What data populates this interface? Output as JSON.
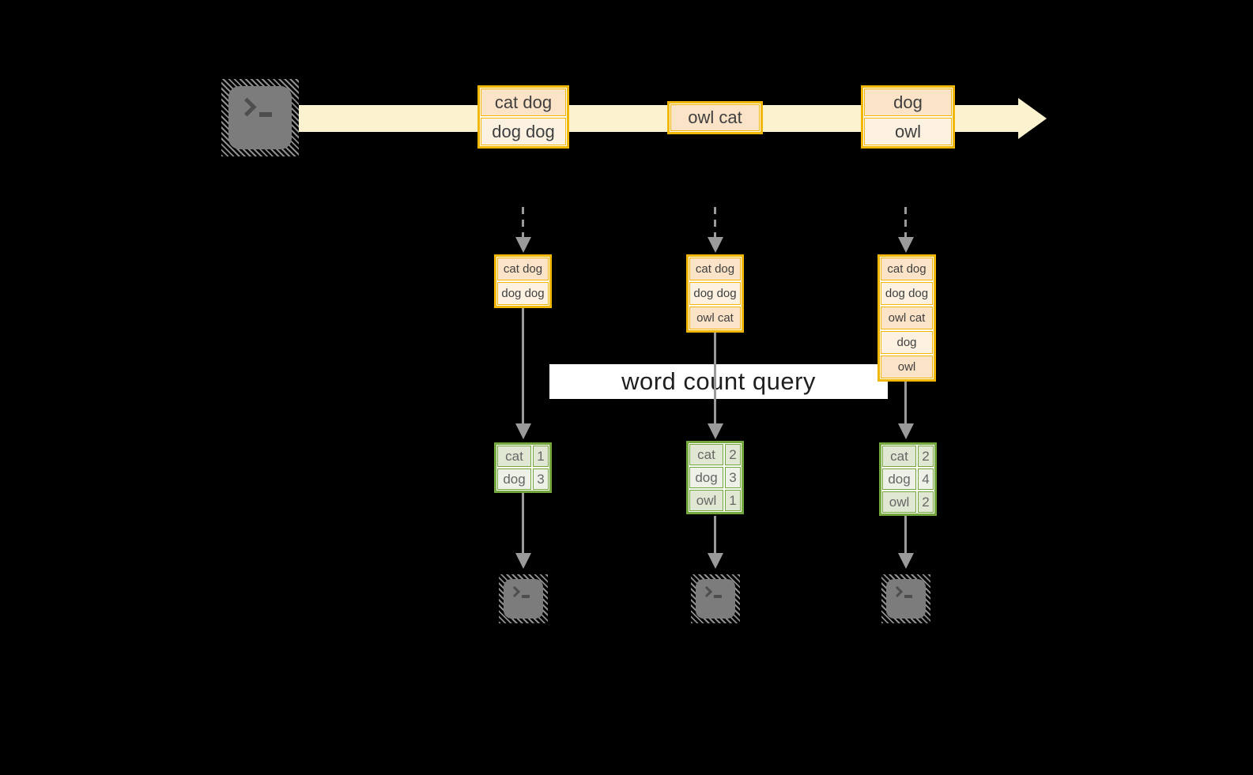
{
  "stream": {
    "source_icon": "terminal-icon",
    "events": [
      {
        "cells": [
          "cat dog",
          "dog dog"
        ]
      },
      {
        "cells": [
          "owl cat"
        ]
      },
      {
        "cells": [
          "dog",
          "owl"
        ]
      }
    ]
  },
  "query": {
    "label": "word count query"
  },
  "columns": [
    {
      "buffer": [
        "cat dog",
        "dog dog"
      ],
      "counts": [
        {
          "word": "cat",
          "value": "1"
        },
        {
          "word": "dog",
          "value": "3"
        }
      ],
      "sink_icon": "terminal-icon"
    },
    {
      "buffer": [
        "cat dog",
        "dog dog",
        "owl cat"
      ],
      "counts": [
        {
          "word": "cat",
          "value": "2"
        },
        {
          "word": "dog",
          "value": "3"
        },
        {
          "word": "owl",
          "value": "1"
        }
      ],
      "sink_icon": "terminal-icon"
    },
    {
      "buffer": [
        "cat dog",
        "dog dog",
        "owl cat",
        "dog",
        "owl"
      ],
      "counts": [
        {
          "word": "cat",
          "value": "2"
        },
        {
          "word": "dog",
          "value": "4"
        },
        {
          "word": "owl",
          "value": "2"
        }
      ],
      "sink_icon": "terminal-icon"
    }
  ],
  "icons": {
    "source": "terminal-icon",
    "sink": "terminal-icon",
    "stream_direction": "arrow-right-icon",
    "flow_direction": "arrow-down-icon"
  },
  "colors": {
    "background": "#000000",
    "stream_band": "#fbf2d0",
    "orange_border": "#f2b705",
    "event_peach": "#fbe3c8",
    "event_cream": "#fdf2e2",
    "green_border": "#74a73e",
    "table_sage": "#e0e8d3",
    "table_light": "#edf1e7",
    "arrow_gray": "#9a9a9a",
    "terminal_gray": "#7c7c7c",
    "query_band": "#ffffff",
    "query_text": "#1f1f1f"
  }
}
